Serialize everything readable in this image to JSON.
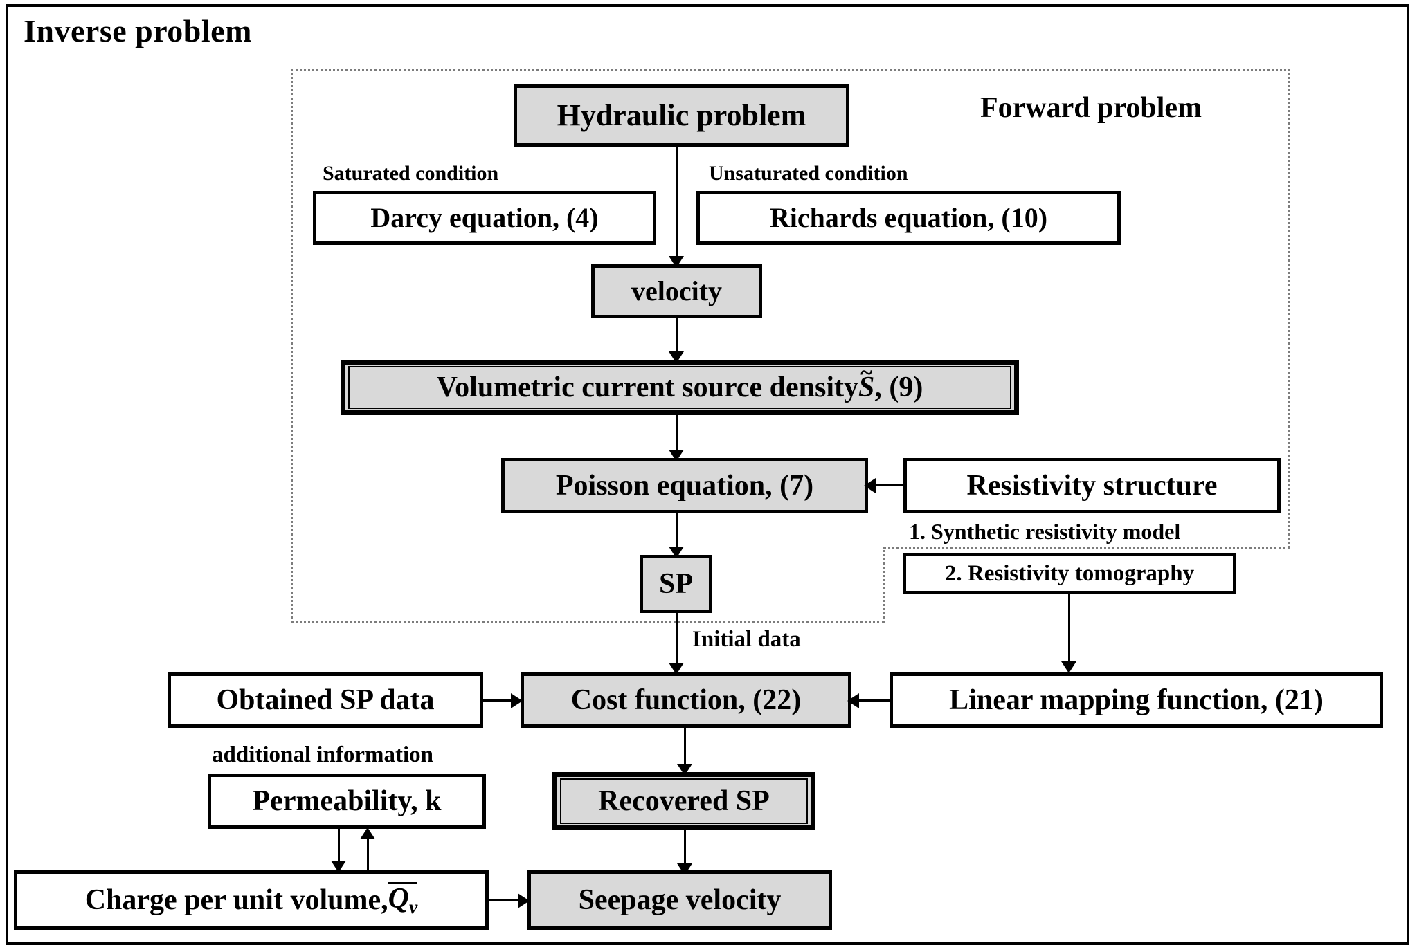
{
  "figure": {
    "title": "Inverse problem",
    "region_label": "Forward problem"
  },
  "nodes": {
    "hydraulic_problem": "Hydraulic problem",
    "darcy_equation": "Darcy equation, (4)",
    "richards_equation": "Richards equation, (10)",
    "velocity": "velocity",
    "volumetric_source_prefix": "Volumetric current source density ",
    "volumetric_source_symbol": "S",
    "volumetric_source_suffix": ", (9)",
    "poisson_equation": "Poisson equation, (7)",
    "resistivity_structure": "Resistivity structure",
    "sp": "SP",
    "resistivity_tomography": "2. Resistivity tomography",
    "obtained_sp_data": "Obtained SP data",
    "cost_function": "Cost function, (22)",
    "linear_mapping_function": "Linear mapping function, (21)",
    "recovered_sp": "Recovered SP",
    "permeability": "Permeability, k",
    "charge_prefix": "Charge per unit volume, ",
    "charge_symbol": "Q",
    "charge_subscript": "v",
    "seepage_velocity": "Seepage velocity"
  },
  "annotations": {
    "saturated_condition": "Saturated condition",
    "unsaturated_condition": "Unsaturated condition",
    "synthetic_resistivity_model": "1. Synthetic resistivity model",
    "initial_data": "Initial data",
    "additional_information": "additional information"
  },
  "colors": {
    "shaded_fill": "#d9d9d9",
    "plain_fill": "#ffffff",
    "stroke": "#000000",
    "dotted_stroke": "#7c7c7c"
  }
}
